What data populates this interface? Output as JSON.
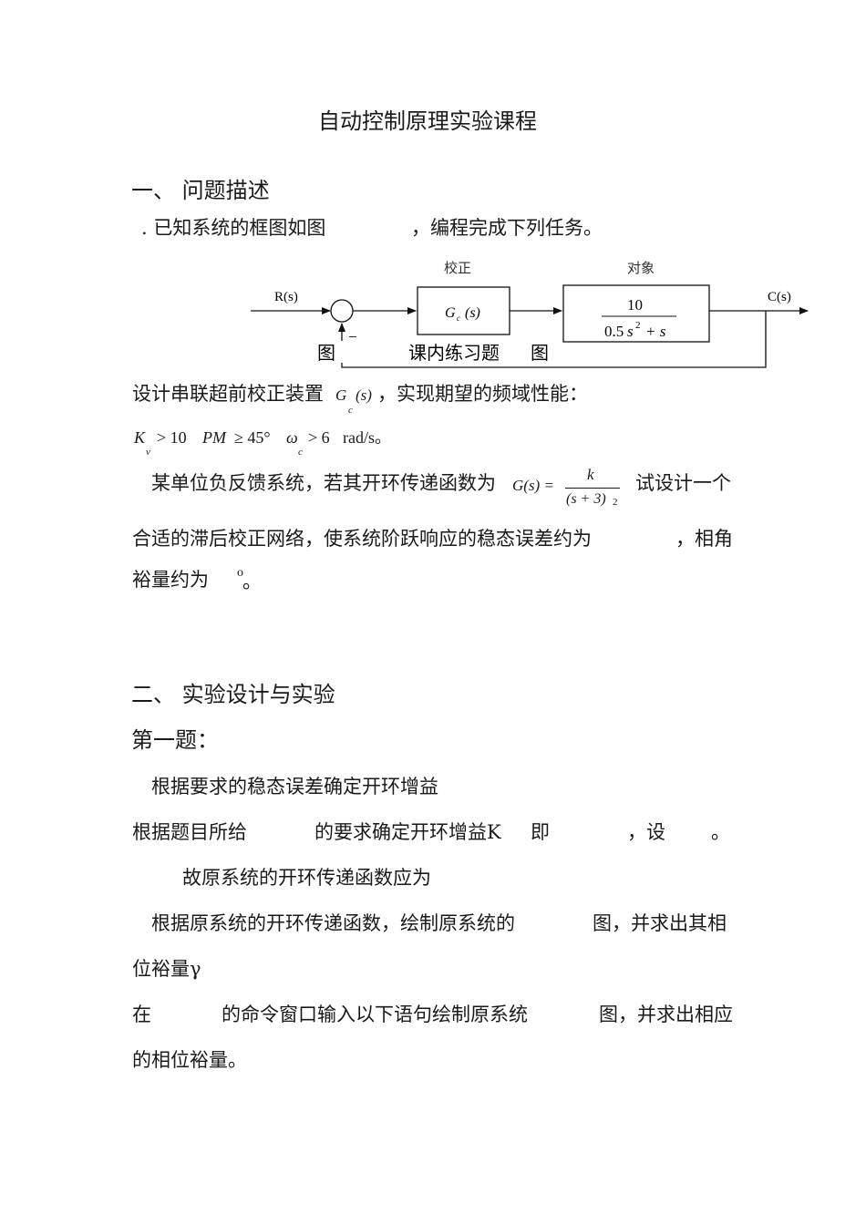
{
  "title": "自动控制原理实验课程",
  "section1": {
    "heading": "一、 问题描述",
    "task_intro_a": ". 已知系统的框图如图",
    "task_intro_b": "，编程完成下列任务。"
  },
  "diagram": {
    "label_correction": "校正",
    "label_plant": "对象",
    "input": "R(s)",
    "output": "C(s)",
    "gc": "G",
    "gc_sub": "c",
    "gc_arg": "(s)",
    "plant_num": "10",
    "plant_den_a": "0.5",
    "plant_den_s": "s",
    "plant_den_exp": "2",
    "plant_den_b": "+ s",
    "minus_sign": "−",
    "caption_a": "图",
    "caption_b": "课内练习题",
    "caption_c": "图"
  },
  "body": {
    "design_line_a": "设计串联超前校正装置",
    "design_gc": "G",
    "design_gc_sub": "c",
    "design_gc_arg": "(s)",
    "design_line_b": "，实现期望的频域性能：",
    "spec_k": "K",
    "spec_k_sub": "v",
    "spec_k_rest": "> 10",
    "spec_pm": "PM",
    "spec_pm_rest": "≥ 45°",
    "spec_w": "ω",
    "spec_w_sub": "c",
    "spec_w_rest": "> 6",
    "spec_unit": "rad/s。",
    "p2_a": "某单位负反馈系统，若其开环传递函数为",
    "p2_g": "G(s) =",
    "p2_num": "k",
    "p2_den": "(s + 3)",
    "p2_den_exp": "2",
    "p2_b": "试设计一个",
    "p3_a": "合适的滞后校正网络，使系统阶跃响应的稳态误差约为",
    "p3_b": "，相角",
    "p4_a": "裕量约为",
    "p4_deg": "o",
    "p4_b": "。"
  },
  "section2": {
    "heading": "二、 实验设计与实验",
    "q1": "第一题：",
    "s1": "根据要求的稳态误差确定开环增益",
    "s2_a": "根据题目所给",
    "s2_b": "的要求确定开环增益K",
    "s2_c": "即",
    "s2_d": "，设",
    "s2_e": "。",
    "s3": "故原系统的开环传递函数应为",
    "s4_a": "根据原系统的开环传递函数，绘制原系统的",
    "s4_b": "图，并求出其相",
    "s5": "位裕量γ",
    "s6_a": "在",
    "s6_b": "的命令窗口输入以下语句绘制原系统",
    "s6_c": "图，并求出相应",
    "s7": "的相位裕量。"
  }
}
